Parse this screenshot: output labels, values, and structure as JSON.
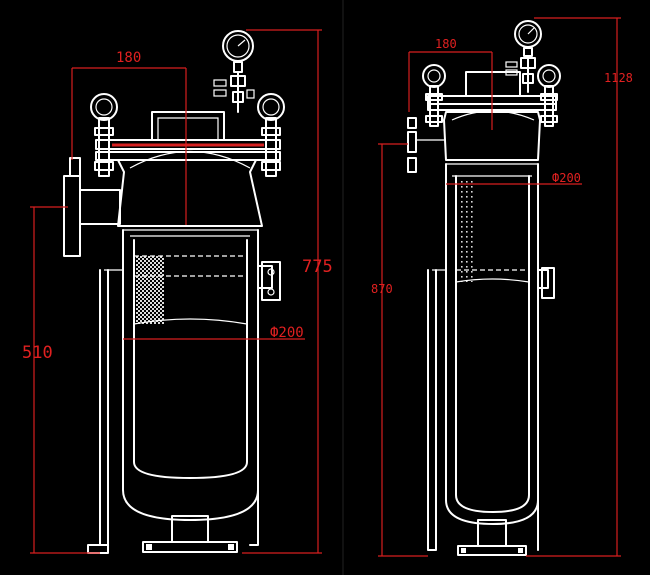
{
  "colors": {
    "background": "#000000",
    "outline": "#ffffff",
    "dimension": "#d61f1f"
  },
  "left_view": {
    "dim_width": "180",
    "dim_overall_height": "775",
    "dim_inlet_height": "510",
    "dim_diameter": "Ф200"
  },
  "right_view": {
    "dim_width": "180",
    "dim_overall_height": "1128",
    "dim_inlet_height": "870",
    "dim_diameter": "Ф200"
  }
}
